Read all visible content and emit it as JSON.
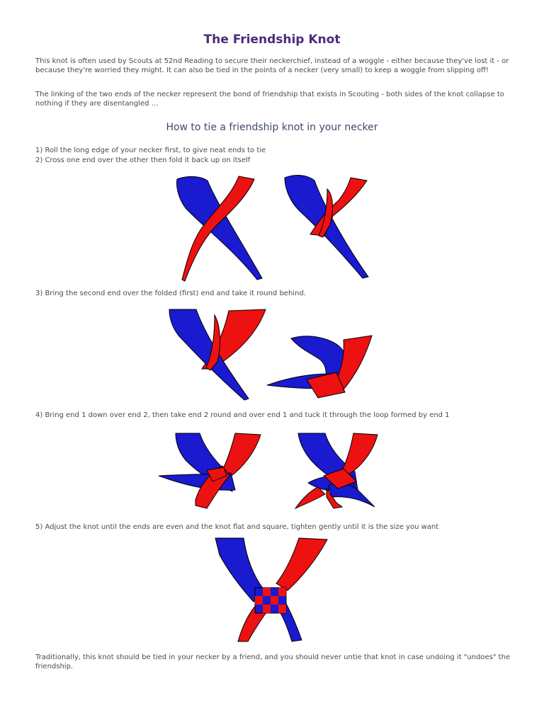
{
  "title": "The Friendship Knot",
  "intro_1": "This knot is often used by Scouts at 52nd Reading to secure their neckerchief, instead of a woggle - either because they've lost it - or because they're worried they might. It can also be tied in the points of a necker (very small) to keep a woggle from slipping off!",
  "intro_2": "The linking of the two ends of the necker represent the bond of friendship that exists in Scouting - both sides of the knot collapse to nothing if they are disentangled ...",
  "subtitle": "How to tie a friendship knot in your necker",
  "steps": {
    "s1": "1) Roll the long edge of your necker first, to give neat ends to tie",
    "s2": "2) Cross one end over the other then fold it back up on itself",
    "s3": "3) Bring the second end over the folded (first) end and take it round behind.",
    "s4": "4) Bring end 1 down over end 2, then take end 2 round and over end 1 and tuck it through the loop formed by end 1",
    "s5": "5) Adjust the knot until the ends are even and the knot flat and square, tighten gently until it is the size you want"
  },
  "closing": "Traditionally, this knot should be tied in your necker by a friend, and you should never untie that knot in case undoing it \"undoes\" the friendship.",
  "colors": {
    "red": "#ee1111",
    "blue": "#1a1ad0",
    "title": "#4b2a7a",
    "subtitle": "#3d4a6b",
    "text": "#4a4a4a"
  }
}
